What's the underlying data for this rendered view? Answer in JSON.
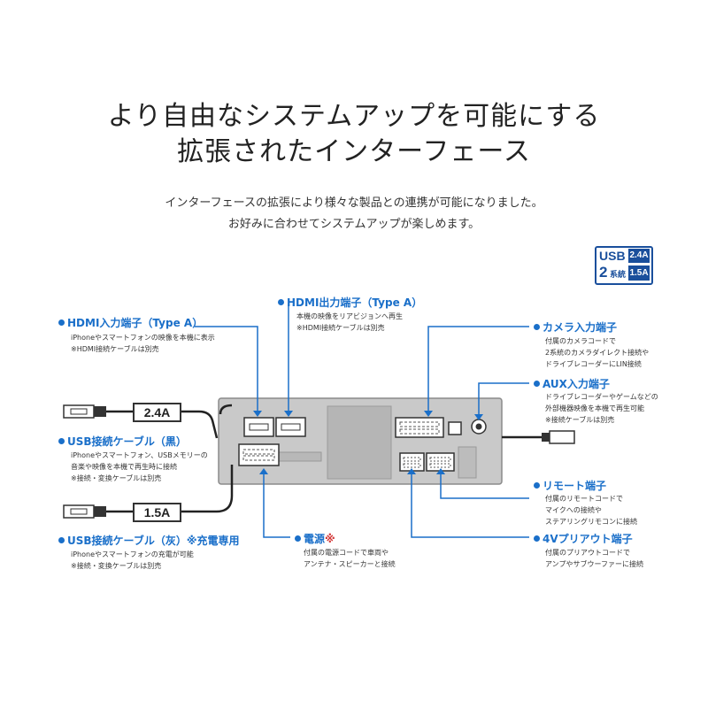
{
  "header": {
    "title_line1": "より自由なシステムアップを可能にする",
    "title_line2": "拡張されたインターフェース",
    "lead_line1": "インターフェースの拡張により様々な製品との連携が可能になりました。",
    "lead_line2": "お好みに合わせてシステムアップが楽しめます。"
  },
  "badge": {
    "usb": "USB",
    "count": "2",
    "count_suffix": "系統",
    "amp_high": "2.4A",
    "amp_low": "1.5A"
  },
  "cables": {
    "usb_black_amp": "2.4A",
    "usb_gray_amp": "1.5A"
  },
  "callouts": {
    "hdmi_in": {
      "label": "HDMI入力端子（Type A）",
      "lines": [
        "iPhoneやスマートフォンの映像を本機に表示",
        "※HDMI接続ケーブルは別売"
      ]
    },
    "hdmi_out": {
      "label": "HDMI出力端子（Type A）",
      "lines": [
        "本機の映像をリアビジョンへ再生",
        "※HDMI接続ケーブルは別売"
      ]
    },
    "camera_in": {
      "label": "カメラ入力端子",
      "lines": [
        "付属のカメラコードで",
        "2系統のカメラダイレクト接続や",
        "ドライブレコーダーにLIN接続"
      ]
    },
    "aux_in": {
      "label": "AUX入力端子",
      "lines": [
        "ドライブレコーダーやゲームなどの",
        "外部機器映像を本機で再生可能",
        "※接続ケーブルは別売"
      ]
    },
    "usb_black": {
      "label": "USB接続ケーブル（黒）",
      "lines": [
        "iPhoneやスマートフォン、USBメモリーの",
        "音楽や映像を本機で再生時に接続",
        "※接続・変換ケーブルは別売"
      ]
    },
    "remote": {
      "label": "リモート端子",
      "lines": [
        "付属のリモートコードで",
        "マイクへの接続や",
        "ステアリングリモコンに接続"
      ]
    },
    "usb_gray": {
      "label": "USB接続ケーブル（灰）※充電専用",
      "lines": [
        "iPhoneやスマートフォンの充電が可能",
        "※接続・変換ケーブルは別売"
      ]
    },
    "power": {
      "label": "電源",
      "mark": "※",
      "lines": [
        "付属の電源コードで車両や",
        "アンテナ・スピーカーと接続"
      ]
    },
    "preout": {
      "label": "4Vプリアウト端子",
      "lines": [
        "付属のプリアウトコードで",
        "アンプやサブウーファーに接続"
      ]
    }
  },
  "colors": {
    "accent": "#1a6fc9",
    "badge": "#1a4f9c",
    "warning_mark": "#d43a3a",
    "unit_body": "#c9c9c9"
  }
}
